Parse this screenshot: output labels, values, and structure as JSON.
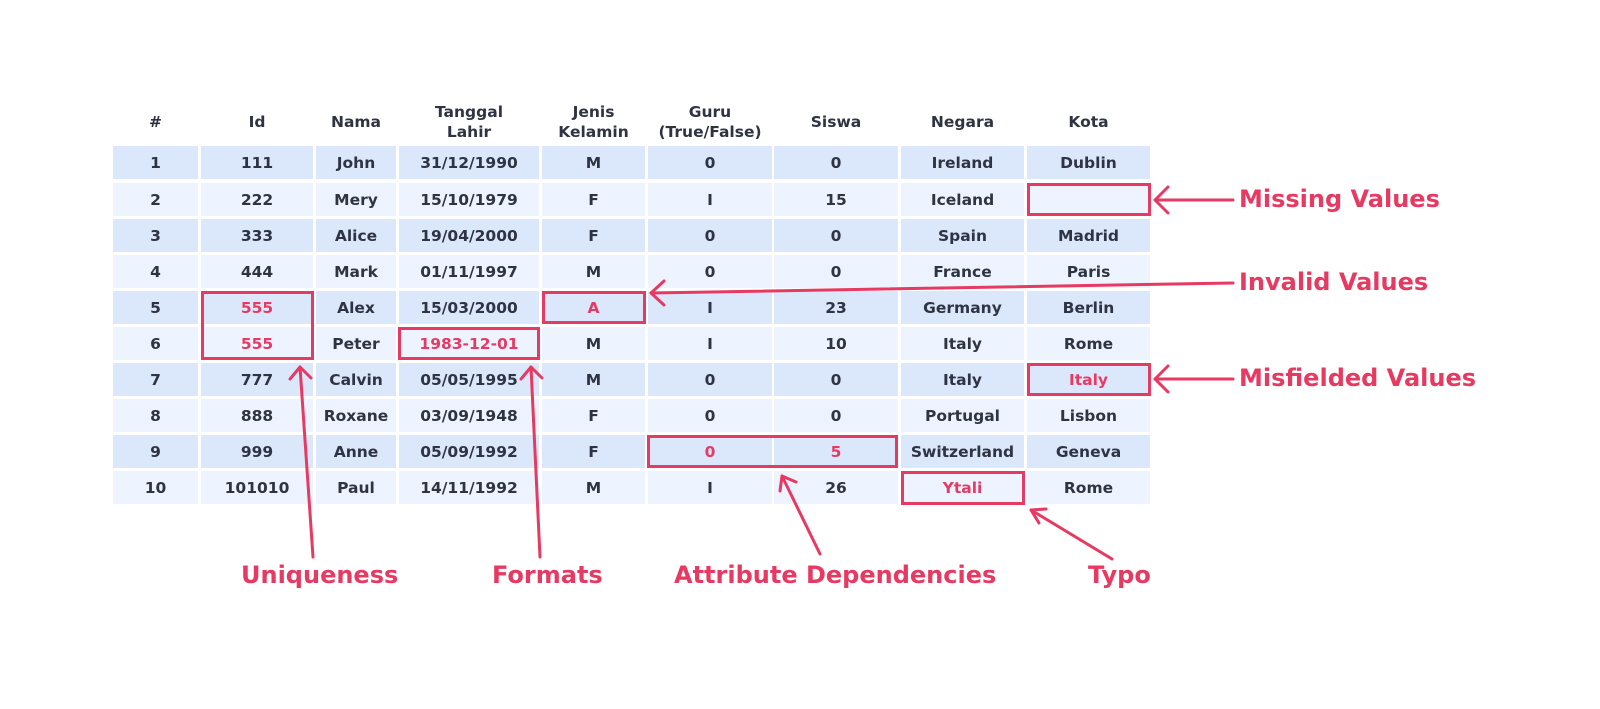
{
  "colors": {
    "accent": "#e63a62",
    "row_dark": "#dbe8fc",
    "row_light": "#eef4ff",
    "text": "#2f3442"
  },
  "table": {
    "headers": [
      "#",
      "Id",
      "Nama",
      "Tanggal\nLahir",
      "Jenis\nKelamin",
      "Guru\n(True/False)",
      "Siswa",
      "Negara",
      "Kota"
    ],
    "rows": [
      [
        "1",
        "111",
        "John",
        "31/12/1990",
        "M",
        "0",
        "0",
        "Ireland",
        "Dublin"
      ],
      [
        "2",
        "222",
        "Mery",
        "15/10/1979",
        "F",
        "I",
        "15",
        "Iceland",
        ""
      ],
      [
        "3",
        "333",
        "Alice",
        "19/04/2000",
        "F",
        "0",
        "0",
        "Spain",
        "Madrid"
      ],
      [
        "4",
        "444",
        "Mark",
        "01/11/1997",
        "M",
        "0",
        "0",
        "France",
        "Paris"
      ],
      [
        "5",
        "555",
        "Alex",
        "15/03/2000",
        "A",
        "I",
        "23",
        "Germany",
        "Berlin"
      ],
      [
        "6",
        "555",
        "Peter",
        "1983-12-01",
        "M",
        "I",
        "10",
        "Italy",
        "Rome"
      ],
      [
        "7",
        "777",
        "Calvin",
        "05/05/1995",
        "M",
        "0",
        "0",
        "Italy",
        "Italy"
      ],
      [
        "8",
        "888",
        "Roxane",
        "03/09/1948",
        "F",
        "0",
        "0",
        "Portugal",
        "Lisbon"
      ],
      [
        "9",
        "999",
        "Anne",
        "05/09/1992",
        "F",
        "0",
        "5",
        "Switzerland",
        "Geneva"
      ],
      [
        "10",
        "101010",
        "Paul",
        "14/11/1992",
        "M",
        "I",
        "26",
        "Ytali",
        "Rome"
      ]
    ],
    "error_cells": [
      [
        4,
        1
      ],
      [
        5,
        1
      ],
      [
        5,
        3
      ],
      [
        4,
        4
      ],
      [
        6,
        8
      ],
      [
        8,
        5
      ],
      [
        8,
        6
      ],
      [
        9,
        7
      ]
    ]
  },
  "annotations": {
    "missing_values": "Missing Values",
    "invalid_values": "Invalid Values",
    "misfielded_values": "Misfielded Values",
    "uniqueness": "Uniqueness",
    "formats": "Formats",
    "attribute_dependencies": "Attribute Dependencies",
    "typo": "Typo"
  }
}
